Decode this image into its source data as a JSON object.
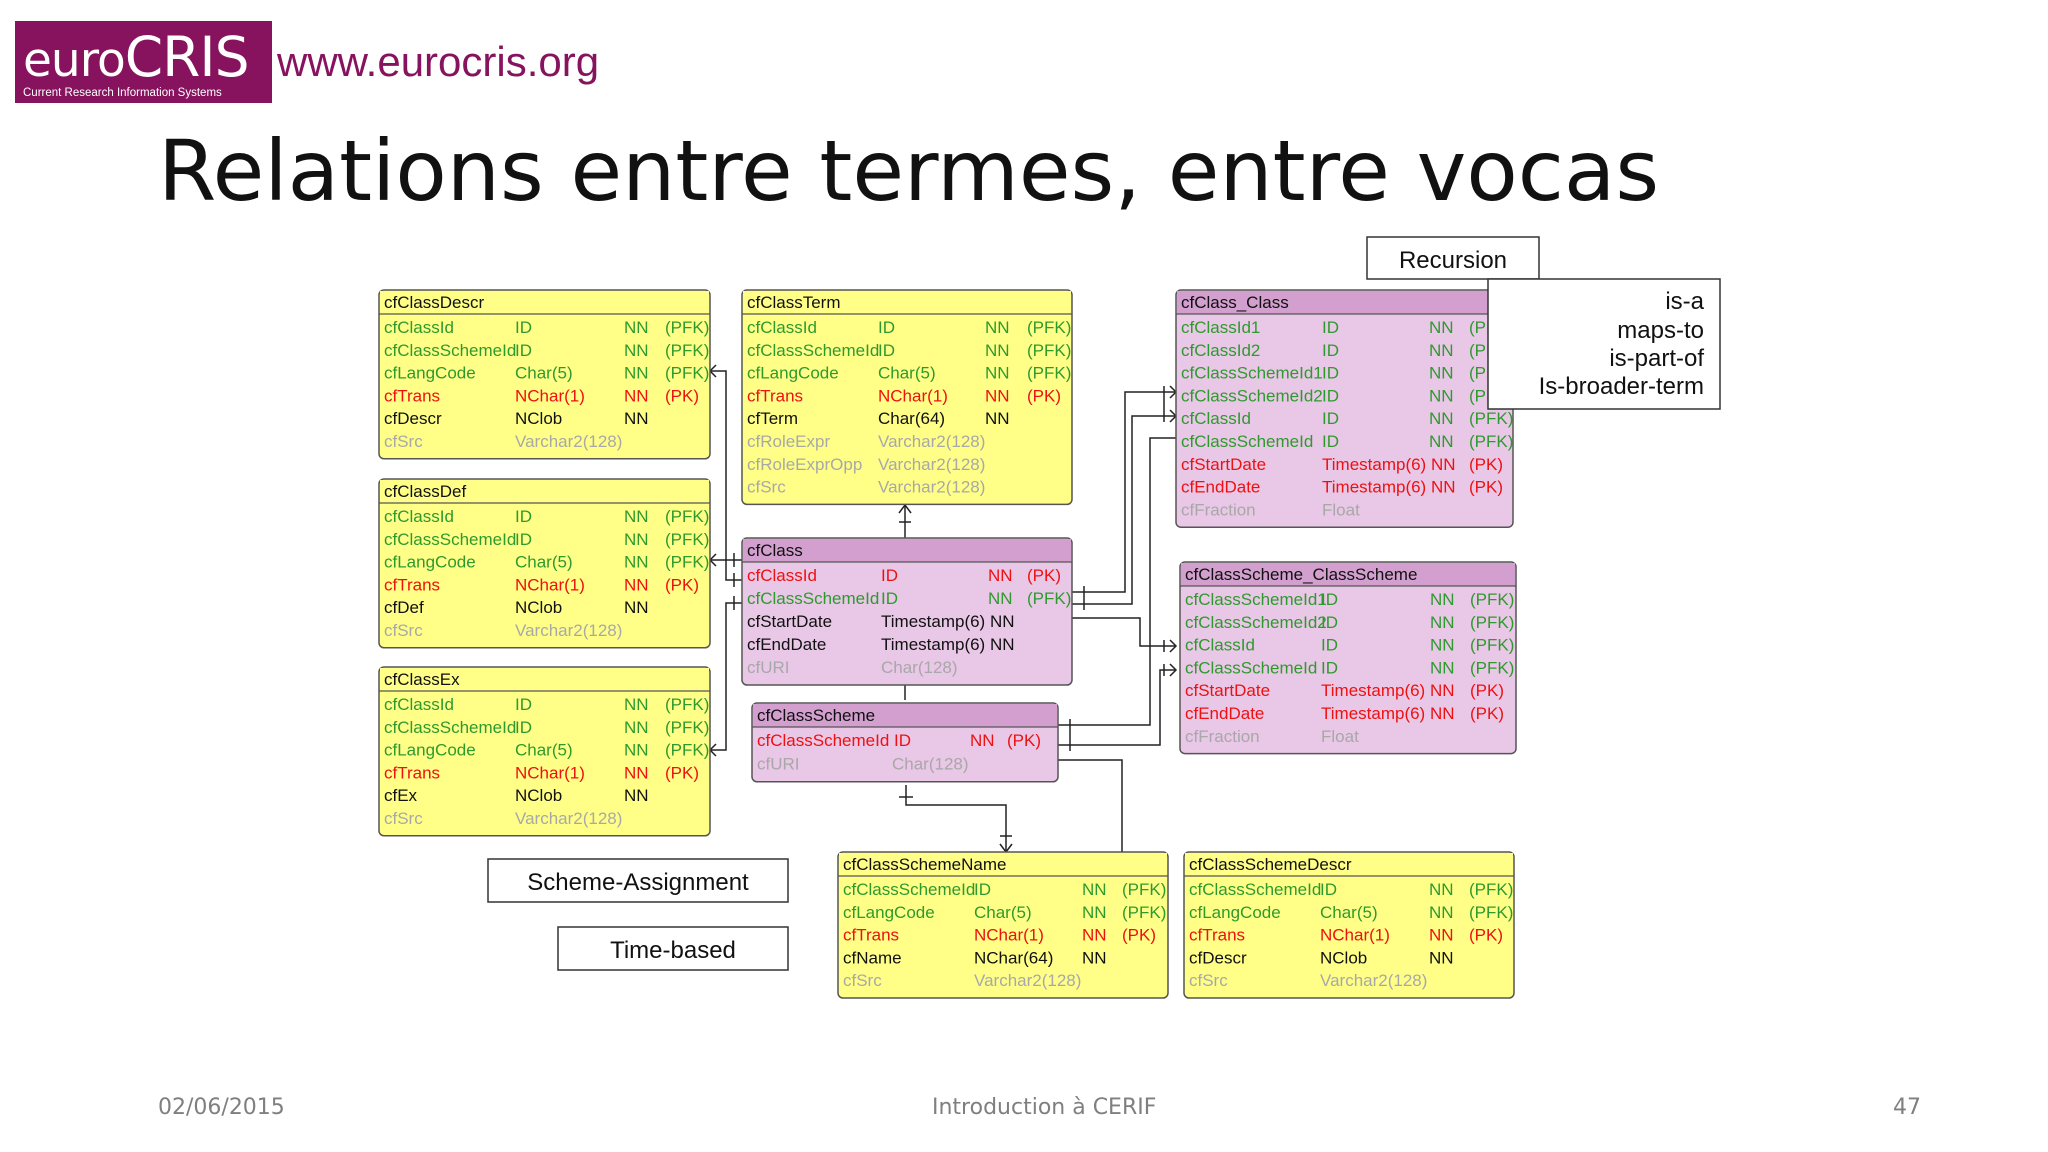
{
  "header": {
    "logo": {
      "main_a": "euro",
      "main_b": "CRIS",
      "sub": "Current Research Information Systems"
    },
    "url": "www.eurocris.org"
  },
  "title": "Relations entre termes, entre vocas",
  "colors": {
    "accent": "#87135f",
    "yellow_table": "#ffff88",
    "pink_table": "#e9c7e6",
    "pink_header": "#d29fce",
    "key": "#2e9a2e",
    "pk": "#ee1111",
    "optional": "#a8a8a8"
  },
  "diagram": {
    "tables": [
      {
        "id": "classdescr",
        "color": "yellow",
        "title": "cfClassDescr",
        "rows": [
          [
            "cfClassId",
            "ID",
            "NN",
            "(PFK)",
            "k"
          ],
          [
            "cfClassSchemeId",
            "ID",
            "NN",
            "(PFK)",
            "k"
          ],
          [
            "cfLangCode",
            "Char(5)",
            "NN",
            "(PFK)",
            "k"
          ],
          [
            "cfTrans",
            "NChar(1)",
            "NN",
            "(PK)",
            "p"
          ],
          [
            "cfDescr",
            "NClob",
            "NN",
            "",
            "n"
          ],
          [
            "cfSrc",
            "Varchar2(128)",
            "",
            "",
            "o"
          ]
        ]
      },
      {
        "id": "classdef",
        "color": "yellow",
        "title": "cfClassDef",
        "rows": [
          [
            "cfClassId",
            "ID",
            "NN",
            "(PFK)",
            "k"
          ],
          [
            "cfClassSchemeId",
            "ID",
            "NN",
            "(PFK)",
            "k"
          ],
          [
            "cfLangCode",
            "Char(5)",
            "NN",
            "(PFK)",
            "k"
          ],
          [
            "cfTrans",
            "NChar(1)",
            "NN",
            "(PK)",
            "p"
          ],
          [
            "cfDef",
            "NClob",
            "NN",
            "",
            "n"
          ],
          [
            "cfSrc",
            "Varchar2(128)",
            "",
            "",
            "o"
          ]
        ]
      },
      {
        "id": "classex",
        "color": "yellow",
        "title": "cfClassEx",
        "rows": [
          [
            "cfClassId",
            "ID",
            "NN",
            "(PFK)",
            "k"
          ],
          [
            "cfClassSchemeId",
            "ID",
            "NN",
            "(PFK)",
            "k"
          ],
          [
            "cfLangCode",
            "Char(5)",
            "NN",
            "(PFK)",
            "k"
          ],
          [
            "cfTrans",
            "NChar(1)",
            "NN",
            "(PK)",
            "p"
          ],
          [
            "cfEx",
            "NClob",
            "NN",
            "",
            "n"
          ],
          [
            "cfSrc",
            "Varchar2(128)",
            "",
            "",
            "o"
          ]
        ]
      },
      {
        "id": "classterm",
        "color": "yellow",
        "title": "cfClassTerm",
        "rows": [
          [
            "cfClassId",
            "ID",
            "NN",
            "(PFK)",
            "k"
          ],
          [
            "cfClassSchemeId",
            "ID",
            "NN",
            "(PFK)",
            "k"
          ],
          [
            "cfLangCode",
            "Char(5)",
            "NN",
            "(PFK)",
            "k"
          ],
          [
            "cfTrans",
            "NChar(1)",
            "NN",
            "(PK)",
            "p"
          ],
          [
            "cfTerm",
            "Char(64)",
            "NN",
            "",
            "n"
          ],
          [
            "cfRoleExpr",
            "Varchar2(128)",
            "",
            "",
            "o"
          ],
          [
            "cfRoleExprOpp",
            "Varchar2(128)",
            "",
            "",
            "o"
          ],
          [
            "cfSrc",
            "Varchar2(128)",
            "",
            "",
            "o"
          ]
        ]
      },
      {
        "id": "class",
        "color": "pink",
        "title": "cfClass",
        "rows": [
          [
            "cfClassId",
            "ID",
            "NN",
            "(PK)",
            "p"
          ],
          [
            "cfClassSchemeId",
            "ID",
            "NN",
            "(PFK)",
            "k"
          ],
          [
            "cfStartDate",
            "Timestamp(6) NN",
            "",
            "",
            "n"
          ],
          [
            "cfEndDate",
            "Timestamp(6) NN",
            "",
            "",
            "n"
          ],
          [
            "cfURI",
            "Char(128)",
            "",
            "",
            "o"
          ]
        ]
      },
      {
        "id": "classscheme",
        "color": "pink",
        "title": "cfClassScheme",
        "rows": [
          [
            "cfClassSchemeId ID",
            "",
            "NN",
            "(PK)",
            "p"
          ],
          [
            "cfURI",
            "Char(128)",
            "",
            "",
            "o"
          ]
        ]
      },
      {
        "id": "classclass",
        "color": "pink",
        "title": "cfClass_Class",
        "rows": [
          [
            "cfClassId1",
            "ID",
            "NN",
            "(PFK)",
            "k"
          ],
          [
            "cfClassId2",
            "ID",
            "NN",
            "(PFK)",
            "k"
          ],
          [
            "cfClassSchemeId1",
            "ID",
            "NN",
            "(PFK)",
            "k"
          ],
          [
            "cfClassSchemeId2",
            "ID",
            "NN",
            "(PFK)",
            "k"
          ],
          [
            "cfClassId",
            "ID",
            "NN",
            "(PFK)",
            "k"
          ],
          [
            "cfClassSchemeId",
            "ID",
            "NN",
            "(PFK)",
            "k"
          ],
          [
            "cfStartDate",
            "Timestamp(6) NN",
            "",
            "(PK)",
            "p"
          ],
          [
            "cfEndDate",
            "Timestamp(6) NN",
            "",
            "(PK)",
            "p"
          ],
          [
            "cfFraction",
            "Float",
            "",
            "",
            "o"
          ]
        ]
      },
      {
        "id": "schemescheme",
        "color": "pink",
        "title": "cfClassScheme_ClassScheme",
        "rows": [
          [
            "cfClassSchemeId1",
            "ID",
            "NN",
            "(PFK)",
            "k"
          ],
          [
            "cfClassSchemeId2",
            "ID",
            "NN",
            "(PFK)",
            "k"
          ],
          [
            "cfClassId",
            "ID",
            "NN",
            "(PFK)",
            "k"
          ],
          [
            "cfClassSchemeId",
            "ID",
            "NN",
            "(PFK)",
            "k"
          ],
          [
            "cfStartDate",
            "Timestamp(6) NN",
            "",
            "(PK)",
            "p"
          ],
          [
            "cfEndDate",
            "Timestamp(6) NN",
            "",
            "(PK)",
            "p"
          ],
          [
            "cfFraction",
            "Float",
            "",
            "",
            "o"
          ]
        ]
      },
      {
        "id": "schemename",
        "color": "yellow",
        "title": "cfClassSchemeName",
        "rows": [
          [
            "cfClassSchemeId",
            "ID",
            "NN",
            "(PFK)",
            "k"
          ],
          [
            "cfLangCode",
            "Char(5)",
            "NN",
            "(PFK)",
            "k"
          ],
          [
            "cfTrans",
            "NChar(1)",
            "NN",
            "(PK)",
            "p"
          ],
          [
            "cfName",
            "NChar(64)",
            "NN",
            "",
            "n"
          ],
          [
            "cfSrc",
            "Varchar2(128)",
            "",
            "",
            "o"
          ]
        ]
      },
      {
        "id": "schemedescr",
        "color": "yellow",
        "title": "cfClassSchemeDescr",
        "rows": [
          [
            "cfClassSchemeId",
            "ID",
            "NN",
            "(PFK)",
            "k"
          ],
          [
            "cfLangCode",
            "Char(5)",
            "NN",
            "(PFK)",
            "k"
          ],
          [
            "cfTrans",
            "NChar(1)",
            "NN",
            "(PK)",
            "p"
          ],
          [
            "cfDescr",
            "NClob",
            "NN",
            "",
            "n"
          ],
          [
            "cfSrc",
            "Varchar2(128)",
            "",
            "",
            "o"
          ]
        ]
      }
    ],
    "labels": {
      "recursion": "Recursion",
      "relations": [
        "is-a",
        "maps-to",
        "is-part-of",
        "Is-broader-term"
      ],
      "scheme_assignment": "Scheme-Assignment",
      "time_based": "Time-based"
    }
  },
  "footer": {
    "date": "02/06/2015",
    "center": "Introduction à CERIF",
    "page": "47"
  }
}
